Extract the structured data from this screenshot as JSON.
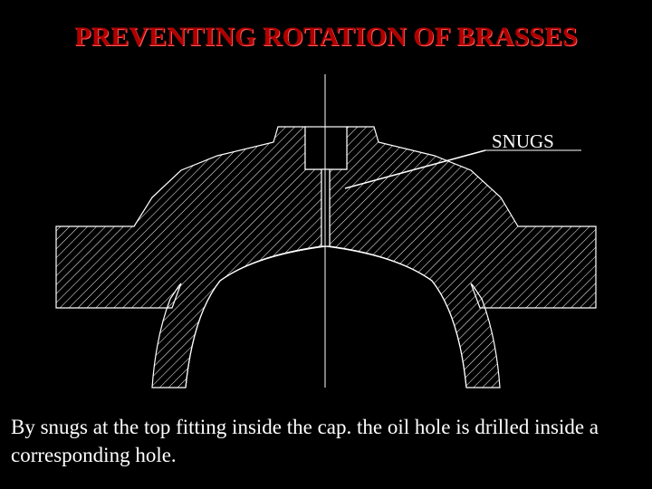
{
  "slide": {
    "title": "PREVENTING ROTATION OF BRASSES",
    "caption": "By snugs at the top fitting inside the cap. the oil hole is drilled inside a corresponding hole."
  },
  "diagram": {
    "callout_label": "SNUGS",
    "colors": {
      "background": "#000000",
      "outline": "#ffffff",
      "hatch": "#ffffff",
      "title": "#b00000"
    }
  }
}
